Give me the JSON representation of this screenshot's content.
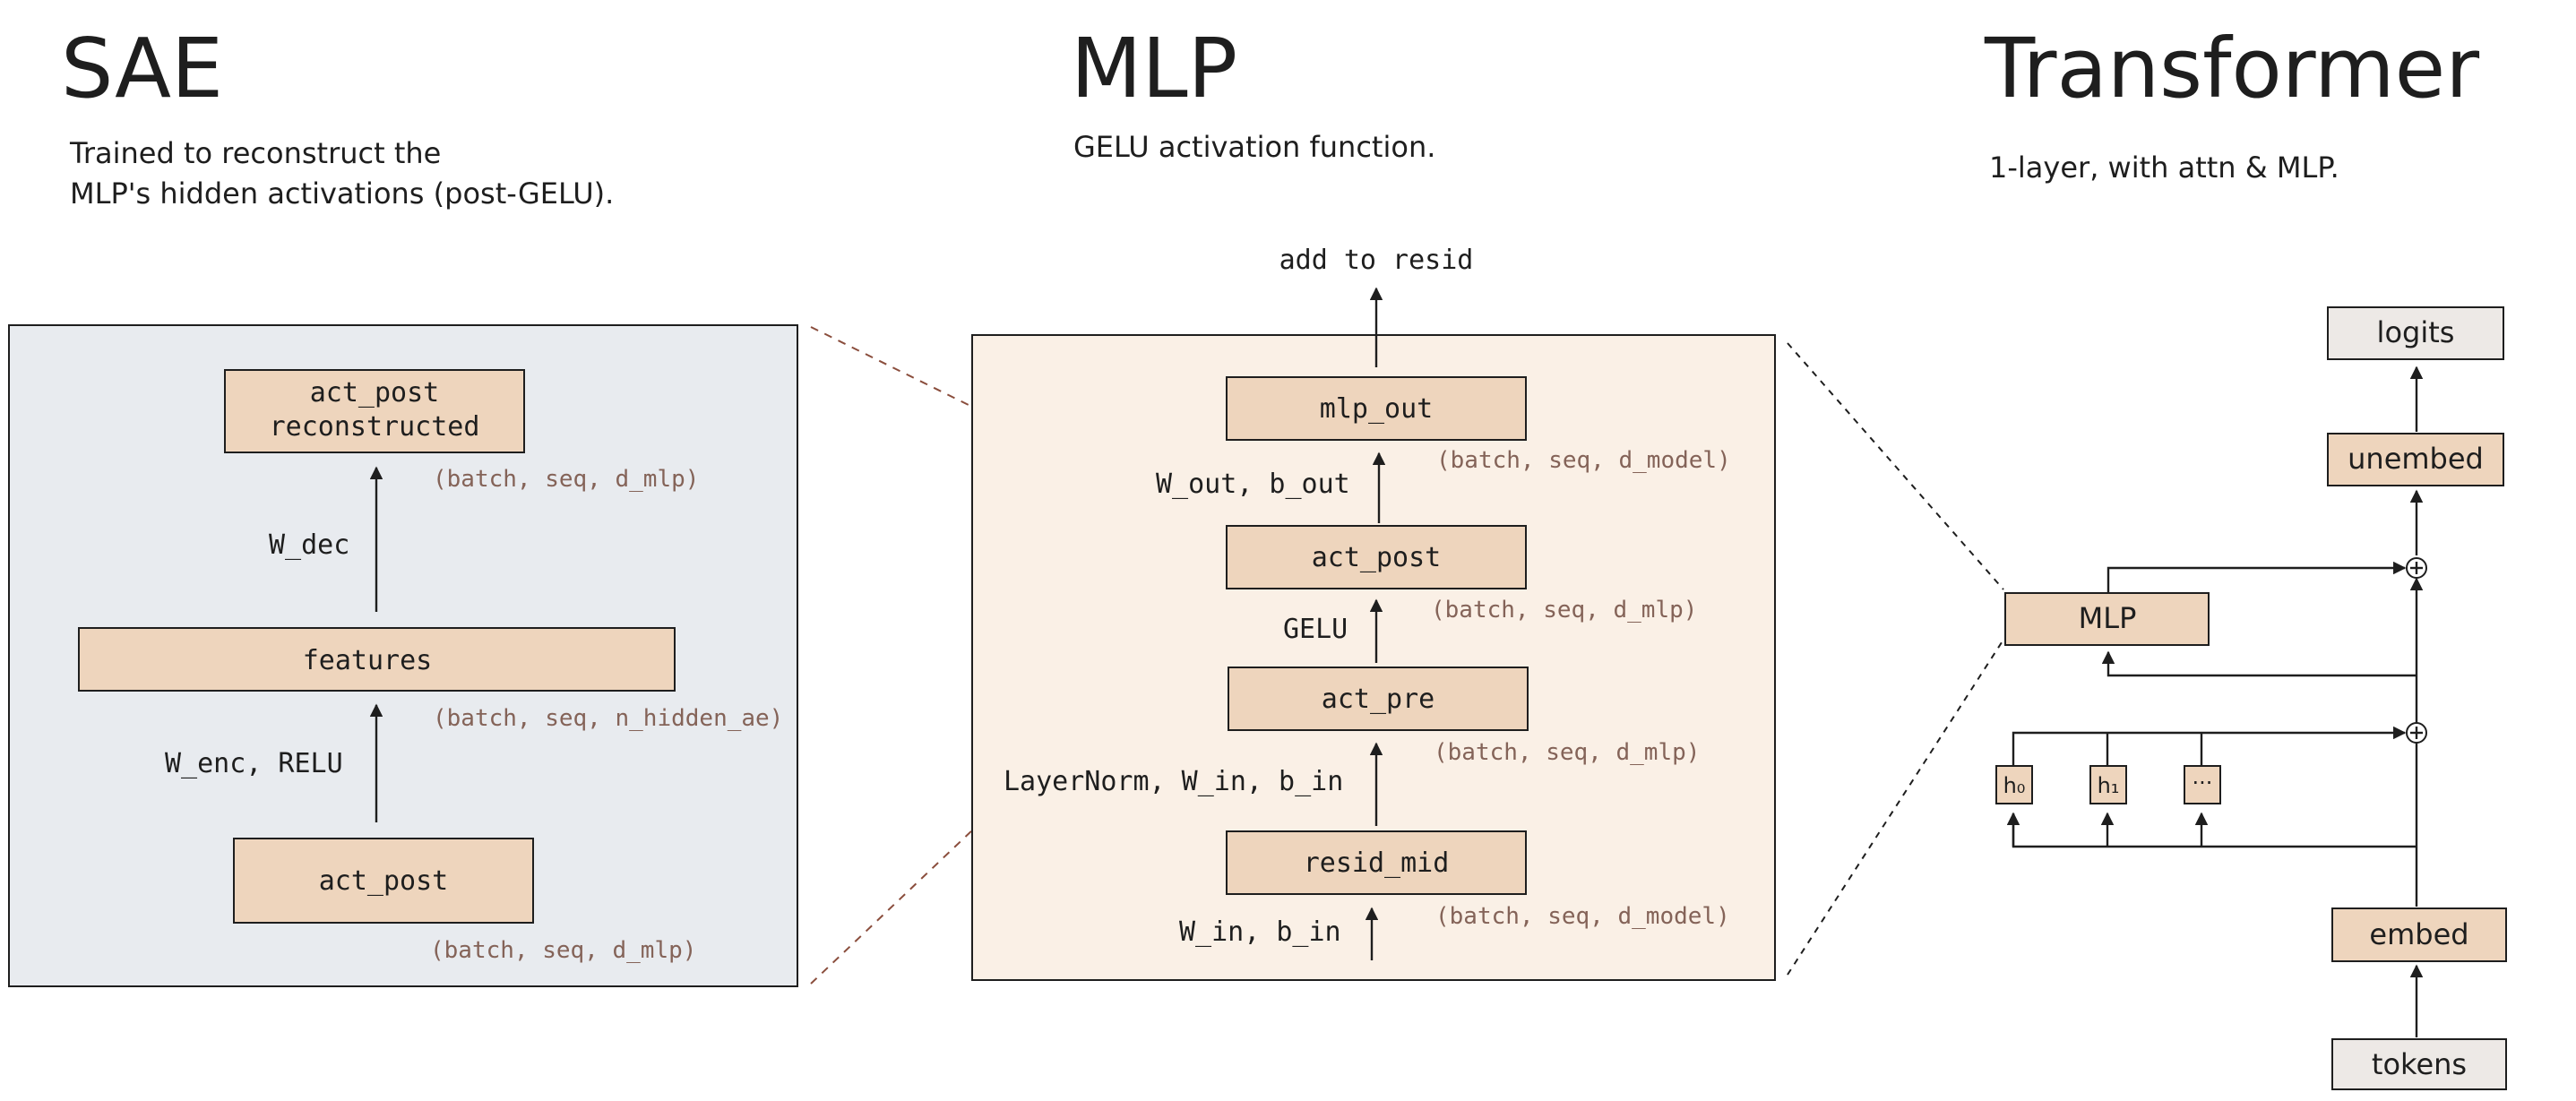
{
  "sections": {
    "sae": {
      "title": "SAE",
      "desc_line1": "Trained to reconstruct the",
      "desc_line2": "MLP's hidden activations (post-GELU)."
    },
    "mlp": {
      "title": "MLP",
      "desc": "GELU activation function."
    },
    "transformer": {
      "title": "Transformer",
      "desc": "1-layer, with attn & MLP."
    }
  },
  "sae": {
    "nodes": {
      "recon_line1": "act_post",
      "recon_line2": "reconstructed",
      "features": "features",
      "act_post": "act_post"
    },
    "edges": {
      "dec": "W_dec",
      "enc": "W_enc, RELU"
    },
    "shapes": {
      "recon": "(batch, seq, d_mlp)",
      "features": "(batch, seq, n_hidden_ae)",
      "act_post": "(batch, seq, d_mlp)"
    }
  },
  "mlp": {
    "output_label": "add to resid",
    "nodes": {
      "mlp_out": "mlp_out",
      "act_post": "act_post",
      "act_pre": "act_pre",
      "resid_mid": "resid_mid"
    },
    "edges": {
      "out": "W_out, b_out",
      "gelu": "GELU",
      "in": "LayerNorm, W_in, b_in",
      "input": "W_in, b_in"
    },
    "shapes": {
      "mlp_out": "(batch, seq, d_model)",
      "act_post": "(batch, seq, d_mlp)",
      "act_pre": "(batch, seq, d_mlp)",
      "resid_mid": "(batch, seq, d_model)"
    }
  },
  "transformer": {
    "nodes": {
      "logits": "logits",
      "unembed": "unembed",
      "mlp": "MLP",
      "h0": "h₀",
      "h1": "h₁",
      "hdots": "···",
      "embed": "embed",
      "tokens": "tokens"
    }
  },
  "colors": {
    "box_fill": "#eed5bd",
    "sae_panel": "#e8ebef",
    "mlp_panel": "#faf0e6",
    "shape_text": "#846358",
    "token_box": "#ede9e6"
  }
}
